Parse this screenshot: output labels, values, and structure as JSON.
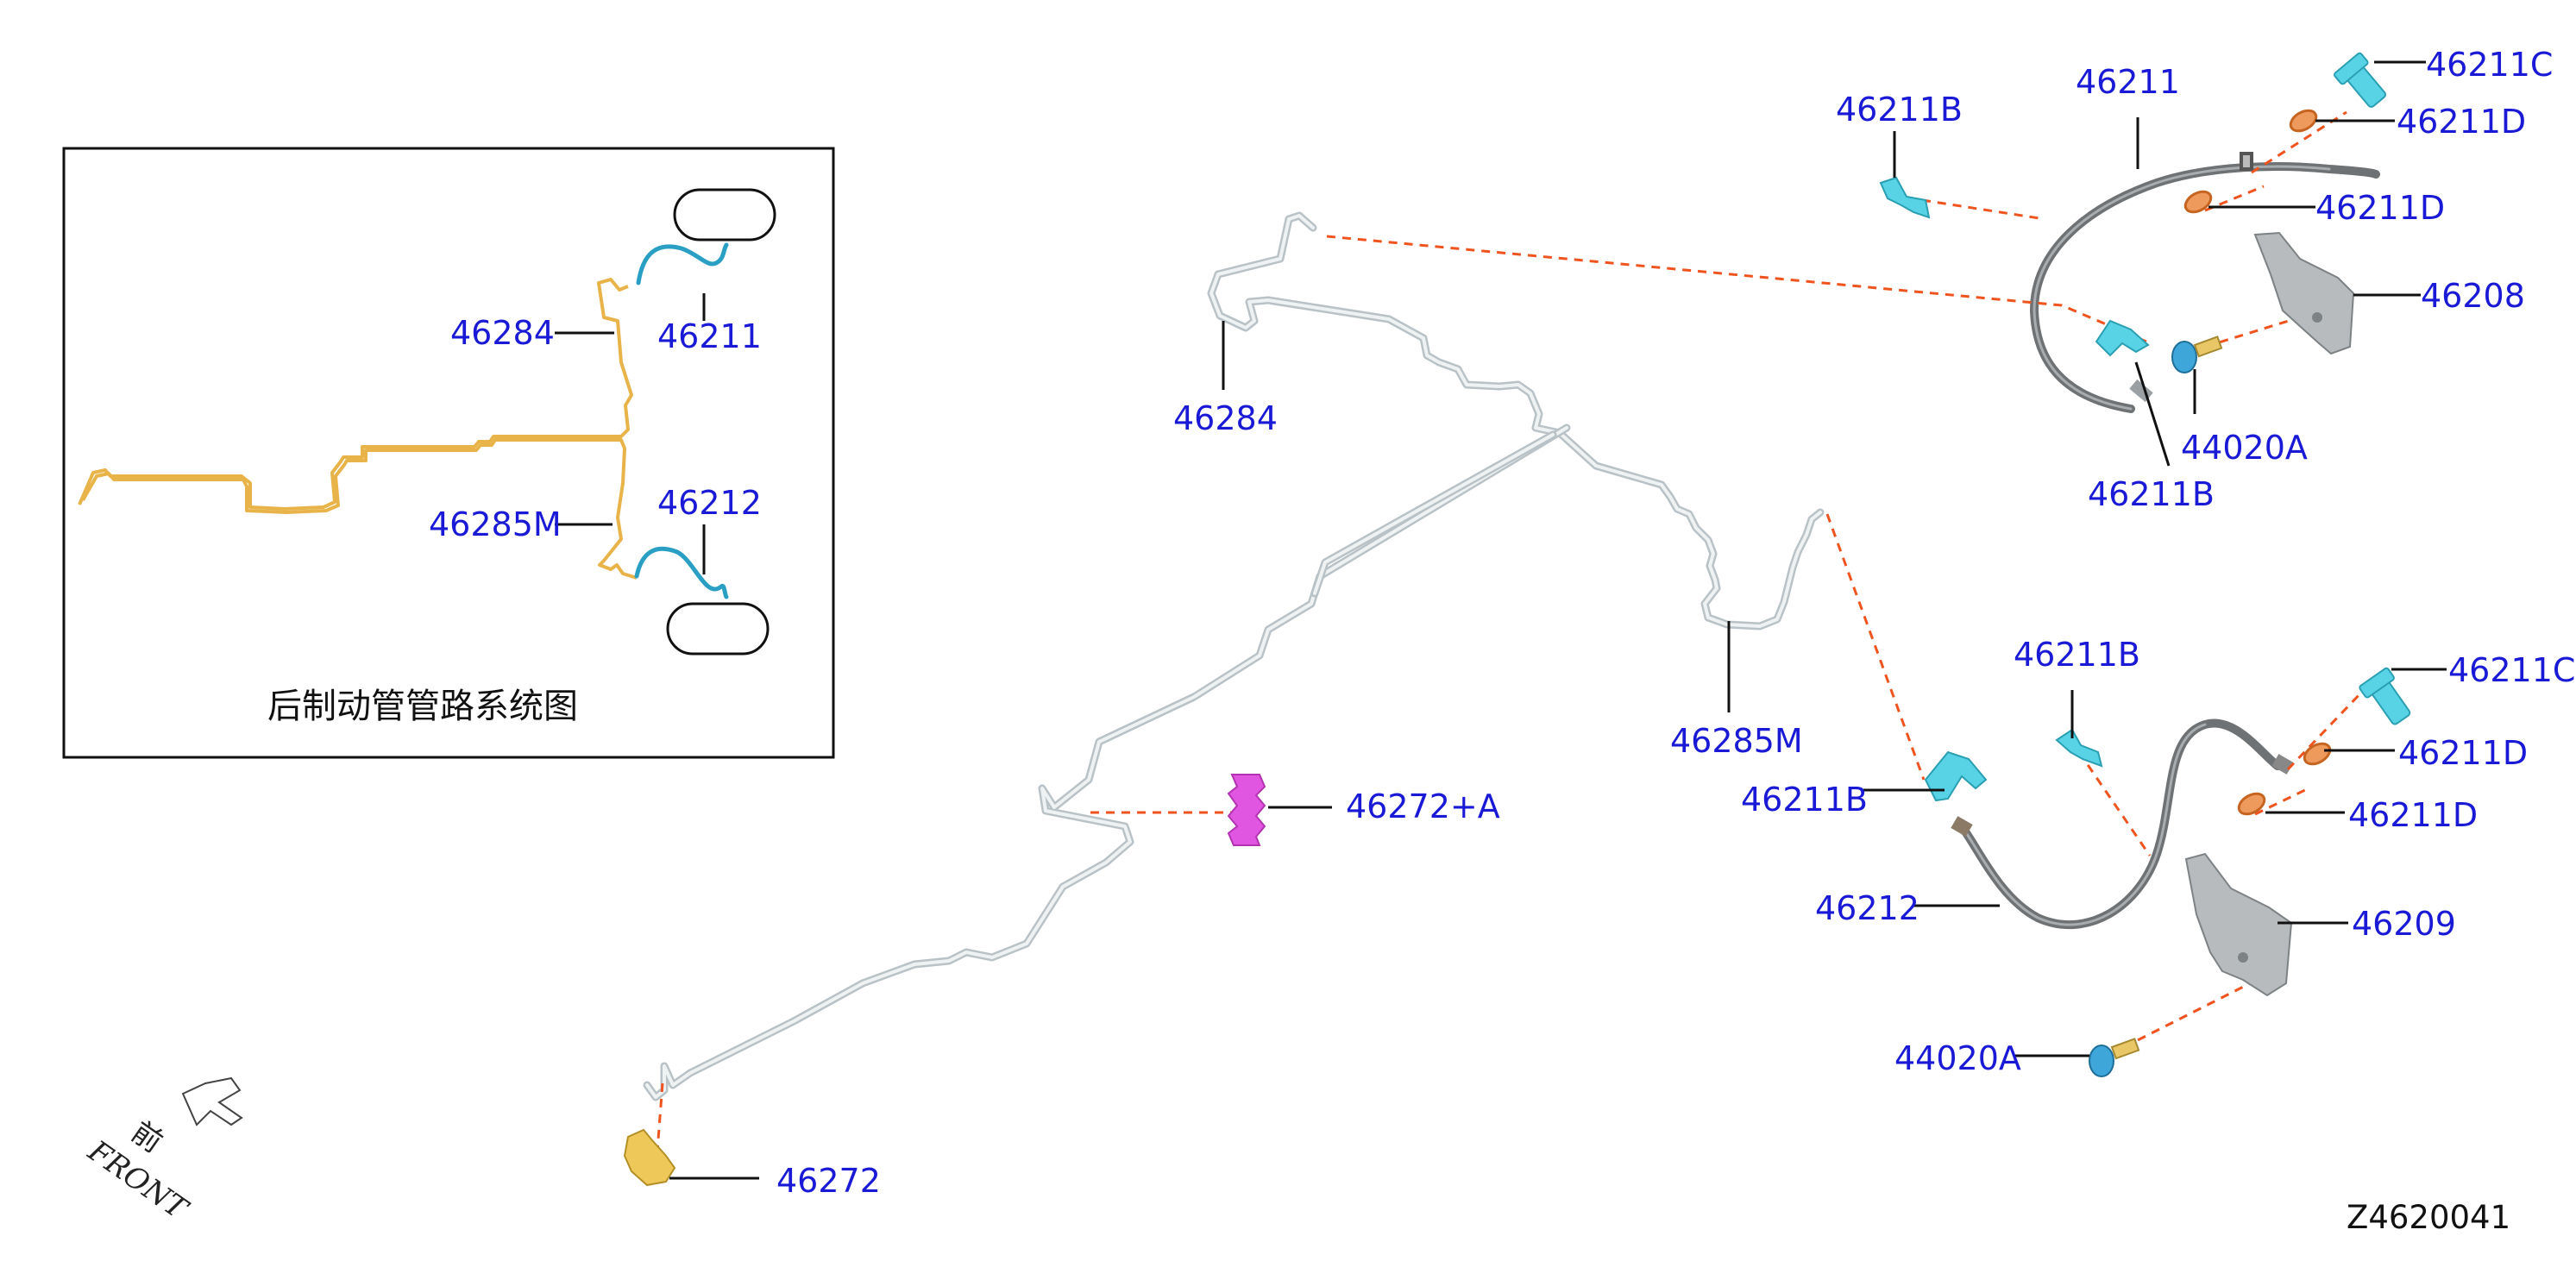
{
  "inset": {
    "caption": "后制动管管路系统图",
    "labels": {
      "pipe_front": "46284",
      "hose_front": "46211",
      "pipe_rear": "46285M",
      "hose_rear": "46212"
    }
  },
  "parts": {
    "46211": "46211",
    "46211B_top": "46211B",
    "46211C_top": "46211C",
    "46211D_top1": "46211D",
    "46211D_top2": "46211D",
    "46208": "46208",
    "44020A_top": "44020A",
    "46211B_top_lower": "46211B",
    "46284": "46284",
    "46285M": "46285M",
    "46211B_mid": "46211B",
    "46211B_left": "46211B",
    "46211C_bottom": "46211C",
    "46211D_bot1": "46211D",
    "46211D_bot2": "46211D",
    "46212": "46212",
    "46209": "46209",
    "44020A_bottom": "44020A",
    "46272A": "46272+A",
    "46272": "46272"
  },
  "orientation": {
    "front_cn": "前",
    "front_en": "FRONT"
  },
  "drawing_number": "Z4620041",
  "colors": {
    "label": "#1a1ad6",
    "dash_leader": "#f0541e",
    "pipe": "#b9c2c6",
    "inset_pipe": "#e8b44a",
    "inset_hose": "#2a9fc4",
    "clip": "#58d3e6",
    "washer": "#ef9a5d",
    "bolt": "#3ea6d8",
    "clamp_magenta": "#e056e0",
    "clip_yellow": "#efc85a"
  },
  "icons": {
    "front_arrow": "front-arrow-icon"
  }
}
